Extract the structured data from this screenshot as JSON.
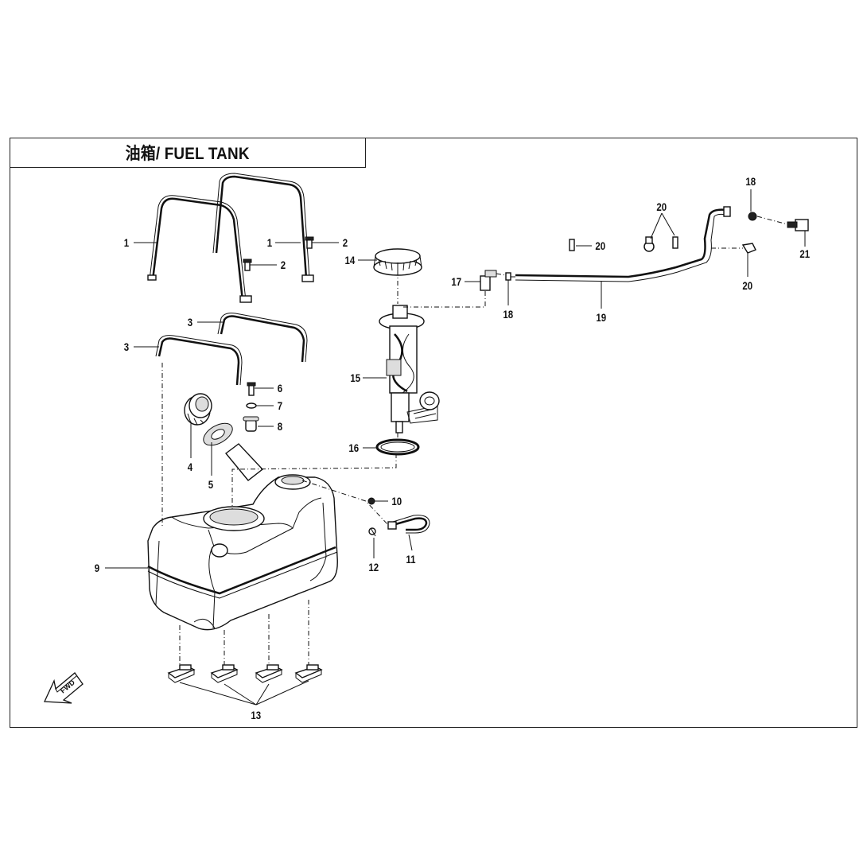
{
  "title": "油箱/ FUEL TANK",
  "fwd_label": "FWD",
  "callouts": {
    "c1a": "1",
    "c1b": "1",
    "c2a": "2",
    "c2b": "2",
    "c3a": "3",
    "c3b": "3",
    "c4": "4",
    "c5": "5",
    "c6": "6",
    "c7": "7",
    "c8": "8",
    "c9": "9",
    "c10": "10",
    "c11": "11",
    "c12": "12",
    "c13": "13",
    "c14": "14",
    "c15": "15",
    "c16": "16",
    "c17": "17",
    "c18a": "18",
    "c18b": "18",
    "c19": "19",
    "c20a": "20",
    "c20b": "20",
    "c20c": "20",
    "c21": "21"
  }
}
